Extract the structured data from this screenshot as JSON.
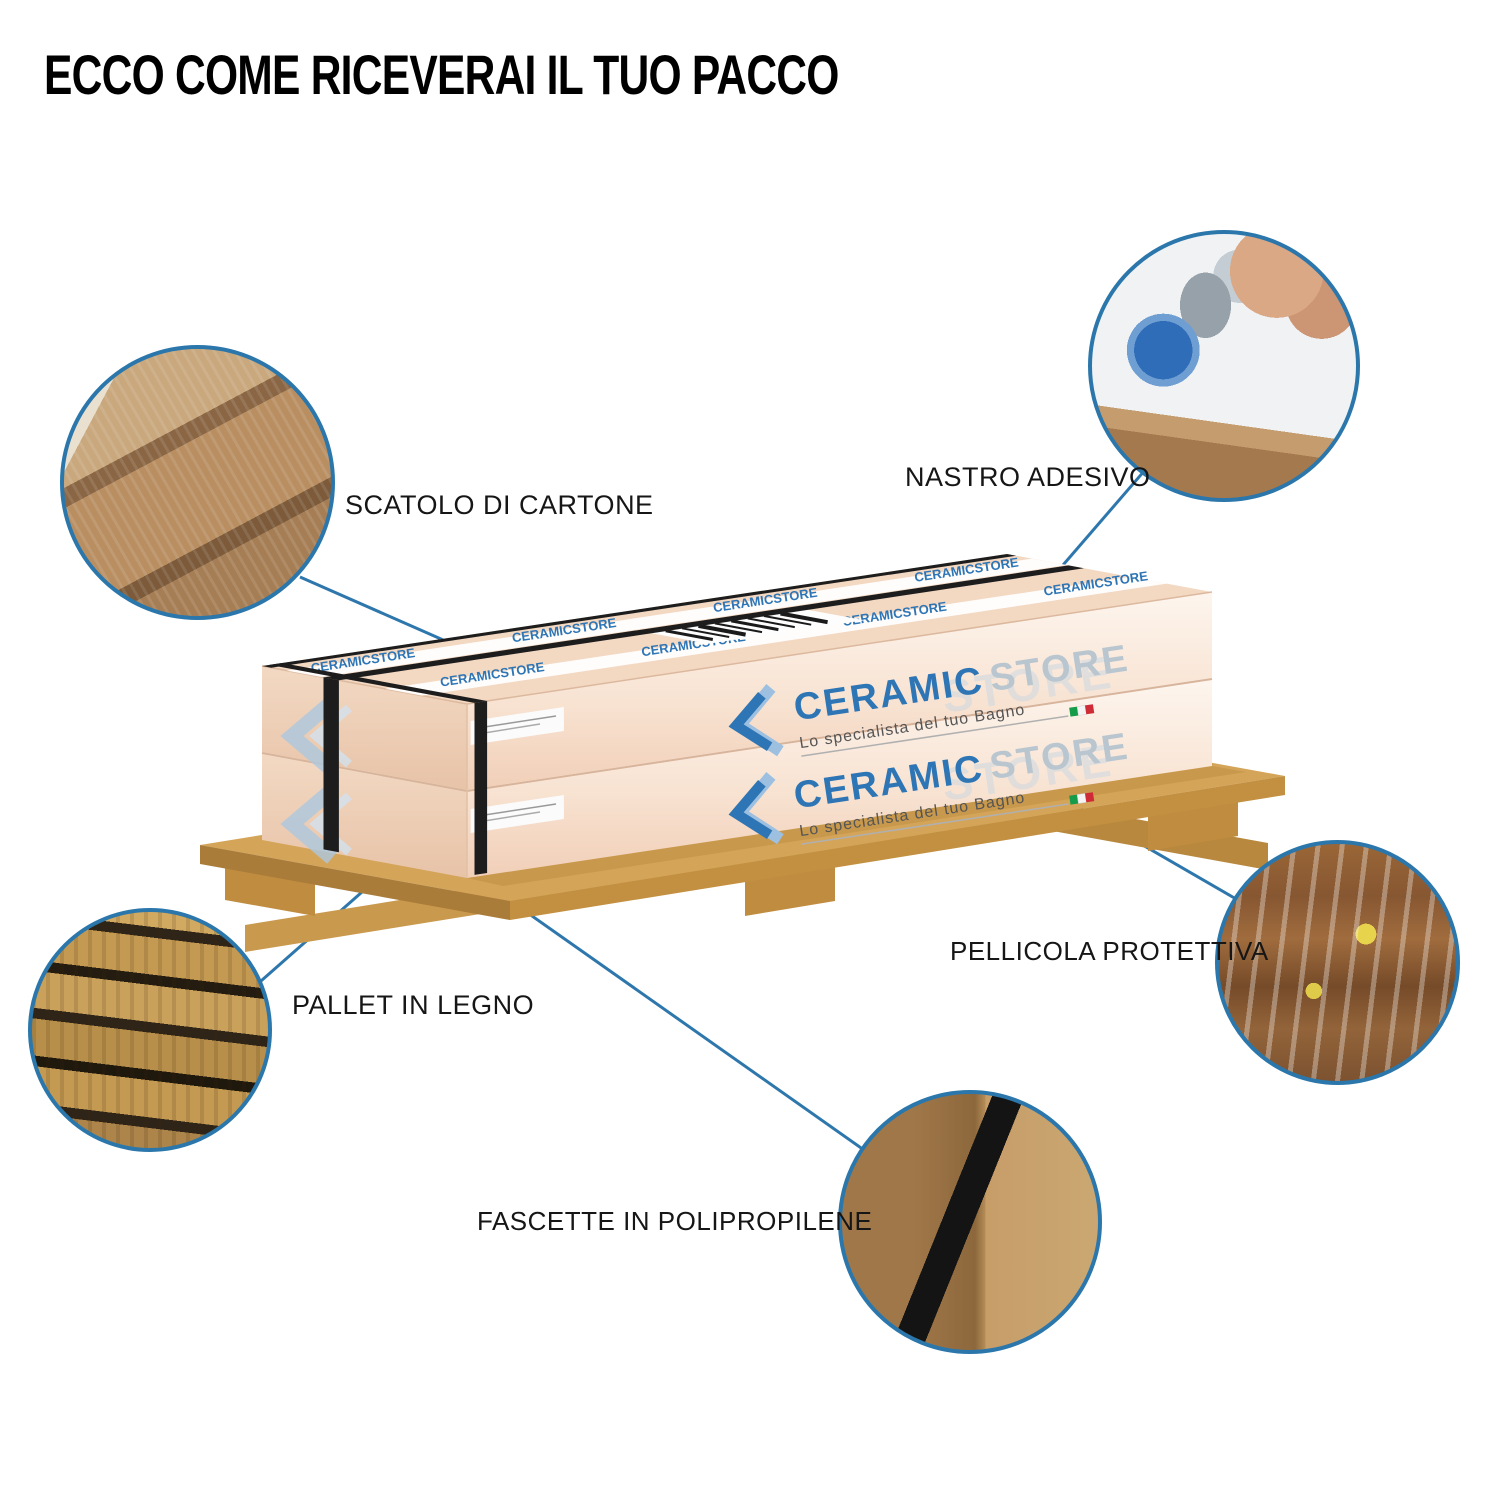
{
  "title": "ECCO COME RICEVERAI IL TUO PACCO",
  "callouts": [
    {
      "id": "cardboard-box",
      "label": "SCATOLO DI CARTONE"
    },
    {
      "id": "adhesive-tape",
      "label": "NASTRO ADESIVO"
    },
    {
      "id": "protective-film",
      "label": "PELLICOLA PROTETTIVA"
    },
    {
      "id": "wooden-pallet",
      "label": "PALLET IN LEGNO"
    },
    {
      "id": "polypropylene-straps",
      "label": "FASCETTE IN POLIPROPILENE"
    }
  ],
  "brand": {
    "name_primary": "CERAMIC",
    "name_secondary": "STORE",
    "tagline": "Lo specialista del tuo Bagno",
    "tape_text": "CERAMICSTORE"
  },
  "colors": {
    "accent_blue": "#2b77ab",
    "logo_blue": "#2e75b5",
    "logo_gray": "#b9c6cf",
    "cardboard_brown": "#b08a5c",
    "pallet_wood": "#d4a458",
    "box_face_light": "#fdf5ee",
    "box_face_peach": "#f1cfb8",
    "strap_black": "#1d1d1d",
    "flag_green": "#169b48",
    "flag_red": "#ce2b37"
  }
}
